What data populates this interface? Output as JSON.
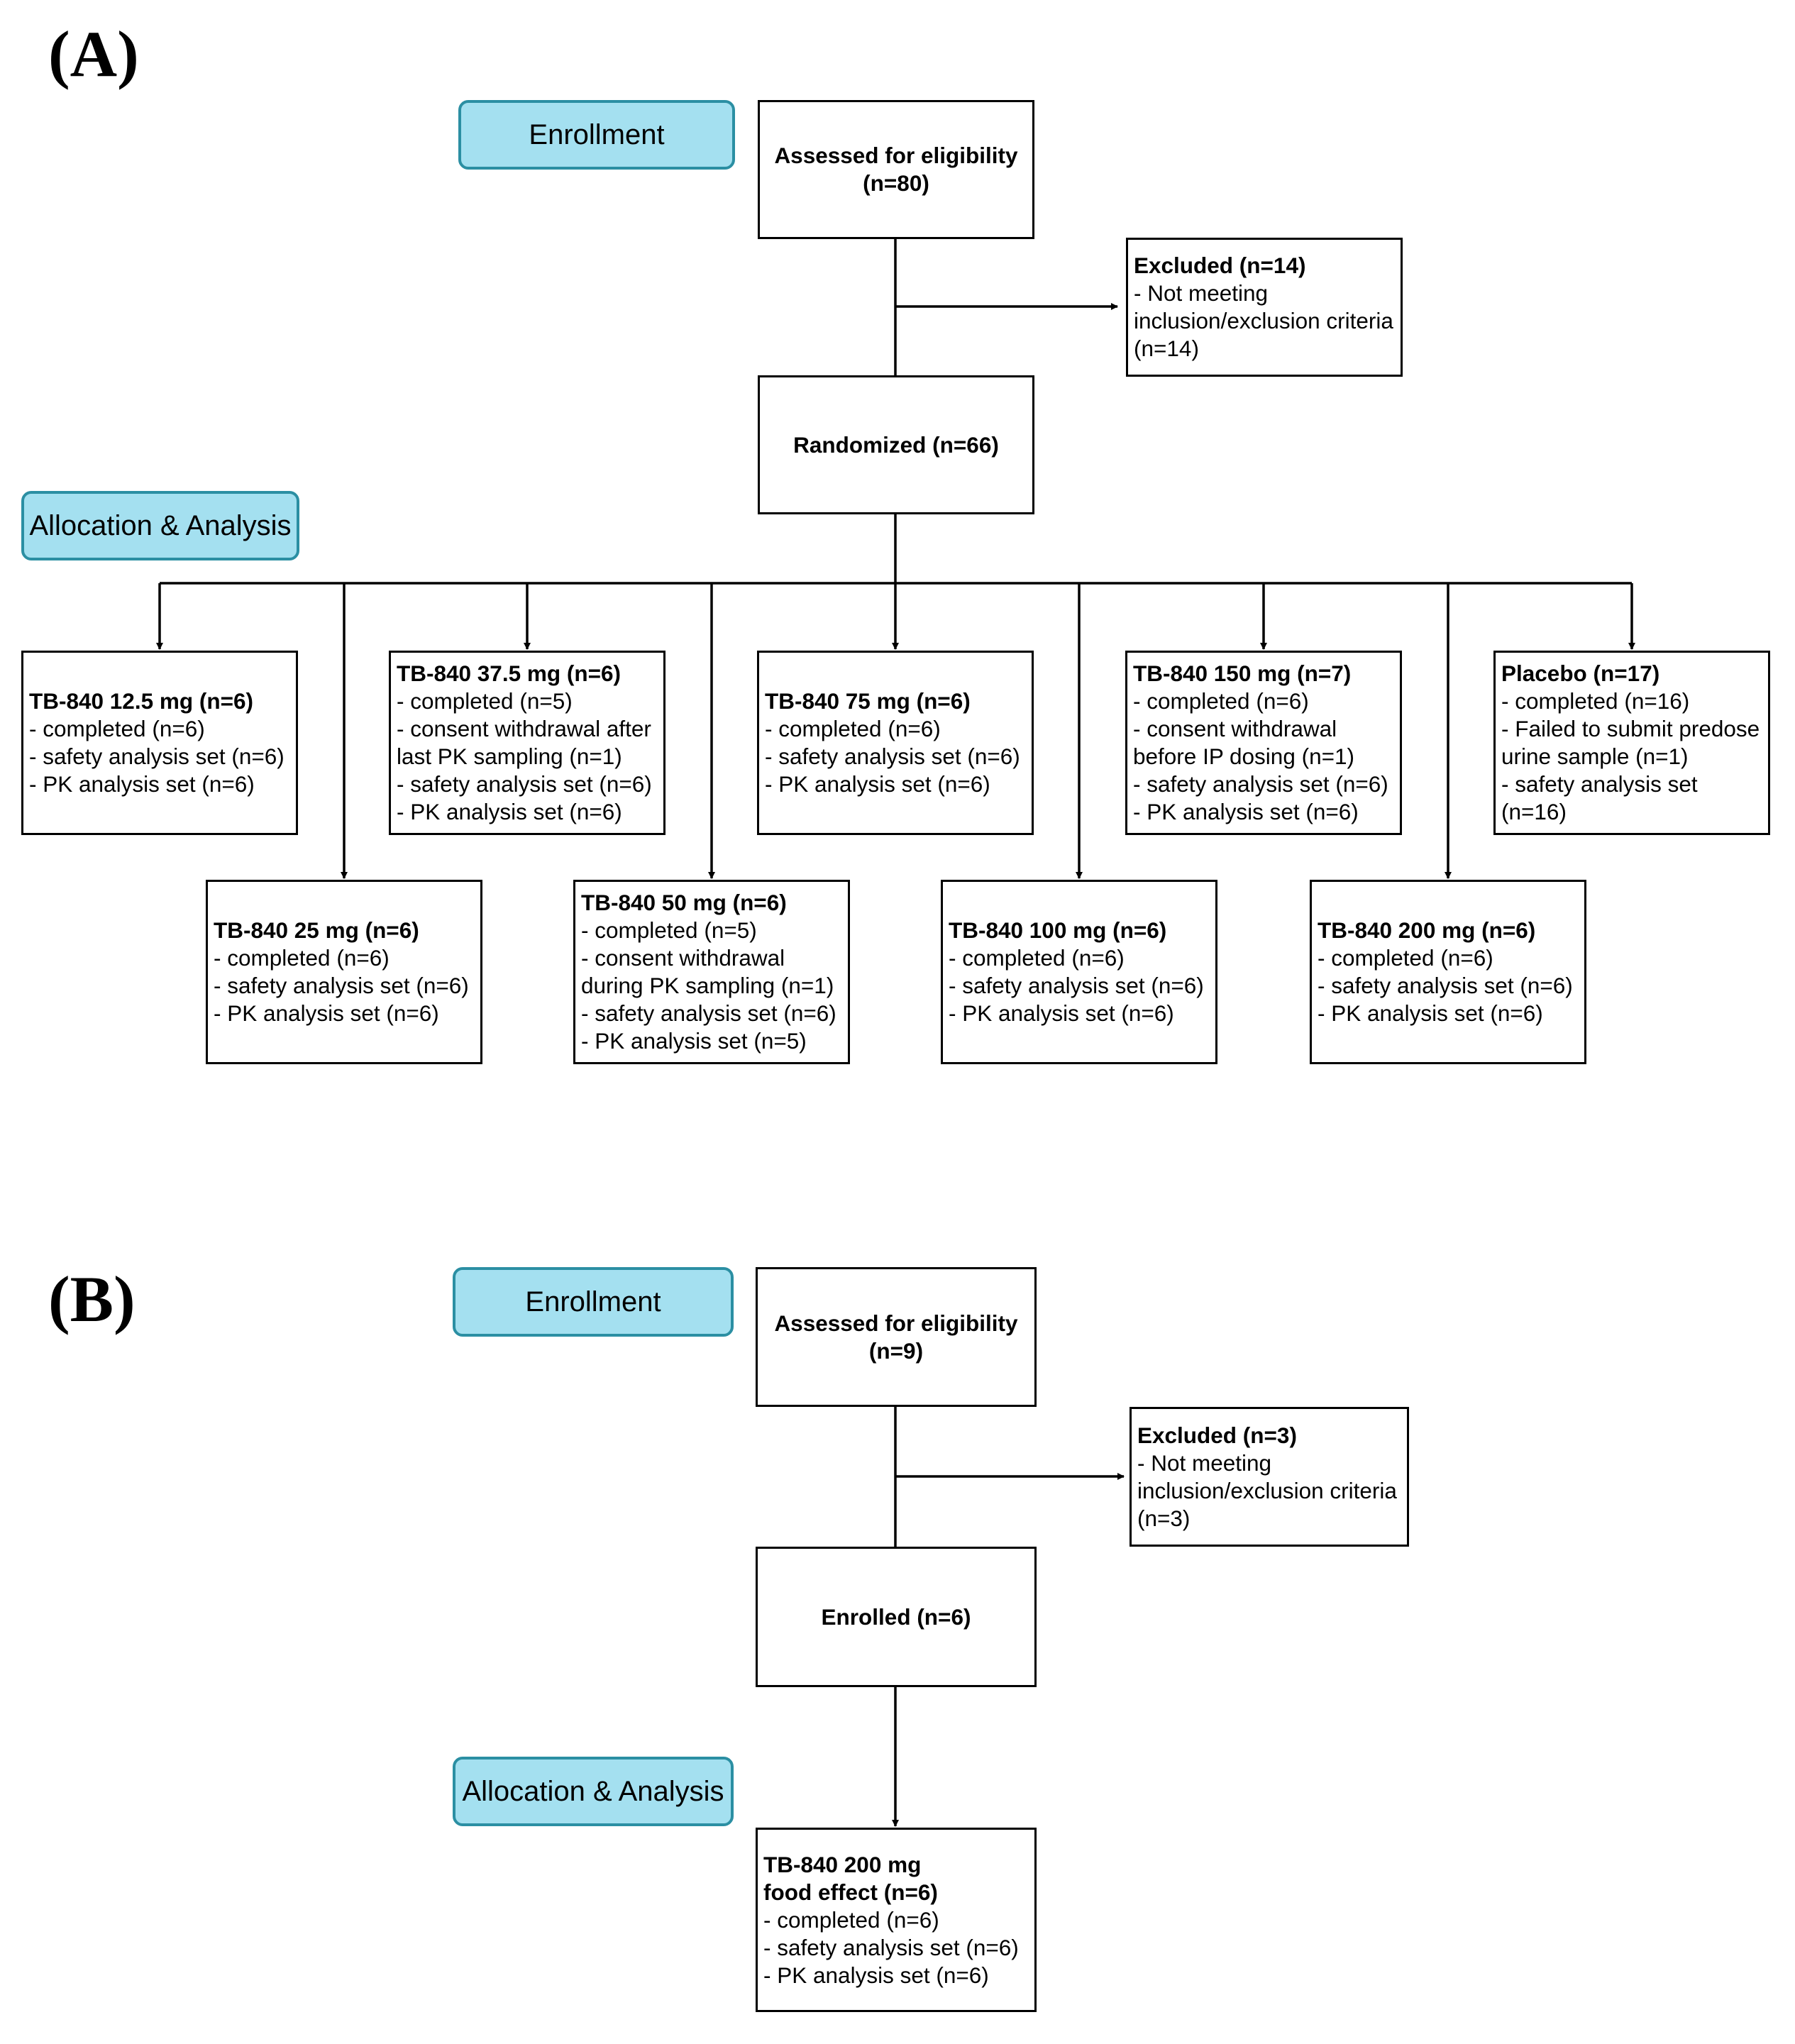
{
  "panels": {
    "a": {
      "label": "(A)",
      "enrollment_label": "Enrollment",
      "allocation_label": "Allocation & Analysis",
      "assessed": {
        "title": "Assessed for eligibility",
        "sub": "(n=80)"
      },
      "excluded": {
        "title": "Excluded (n=14)",
        "lines": [
          "- Not meeting",
          "inclusion/exclusion criteria",
          "(n=14)"
        ]
      },
      "randomized": {
        "title": "Randomized (n=66)"
      },
      "arms": [
        {
          "title": "TB-840 12.5 mg (n=6)",
          "lines": [
            "- completed (n=6)",
            "- safety analysis set (n=6)",
            "- PK analysis set (n=6)"
          ]
        },
        {
          "title": "TB-840 25 mg (n=6)",
          "lines": [
            "- completed (n=6)",
            "- safety analysis set (n=6)",
            "- PK analysis set (n=6)"
          ]
        },
        {
          "title": "TB-840 37.5 mg (n=6)",
          "lines": [
            "- completed (n=5)",
            "- consent withdrawal after",
            "last PK sampling (n=1)",
            "- safety analysis set (n=6)",
            "- PK analysis set (n=6)"
          ]
        },
        {
          "title": "TB-840 50 mg (n=6)",
          "lines": [
            "- completed (n=5)",
            "- consent withdrawal",
            "during PK sampling (n=1)",
            "- safety analysis set (n=6)",
            "- PK analysis set (n=5)"
          ]
        },
        {
          "title": "TB-840 75 mg (n=6)",
          "lines": [
            "- completed (n=6)",
            "- safety analysis set (n=6)",
            "- PK analysis set (n=6)"
          ]
        },
        {
          "title": "TB-840 100 mg (n=6)",
          "lines": [
            "- completed (n=6)",
            "- safety analysis set (n=6)",
            "- PK analysis set (n=6)"
          ]
        },
        {
          "title": "TB-840 150 mg (n=7)",
          "lines": [
            "- completed (n=6)",
            "- consent withdrawal",
            "before IP dosing (n=1)",
            "- safety analysis set (n=6)",
            "- PK analysis set (n=6)"
          ]
        },
        {
          "title": "TB-840 200 mg (n=6)",
          "lines": [
            "- completed (n=6)",
            "- safety analysis set (n=6)",
            "- PK analysis set (n=6)"
          ]
        },
        {
          "title": "Placebo (n=17)",
          "lines": [
            "- completed (n=16)",
            "- Failed to submit predose",
            "urine sample (n=1)",
            "- safety analysis set",
            "(n=16)"
          ]
        }
      ]
    },
    "b": {
      "label": "(B)",
      "enrollment_label": "Enrollment",
      "allocation_label": "Allocation & Analysis",
      "assessed": {
        "title": "Assessed for eligibility",
        "sub": "(n=9)"
      },
      "excluded": {
        "title": "Excluded (n=3)",
        "lines": [
          "- Not meeting",
          "inclusion/exclusion criteria",
          "(n=3)"
        ]
      },
      "enrolled": {
        "title": "Enrolled (n=6)"
      },
      "food_effect": {
        "title_1": "TB-840 200 mg",
        "title_2": "food effect (n=6)",
        "lines": [
          "- completed (n=6)",
          "- safety analysis set (n=6)",
          "- PK analysis set (n=6)"
        ]
      }
    }
  }
}
